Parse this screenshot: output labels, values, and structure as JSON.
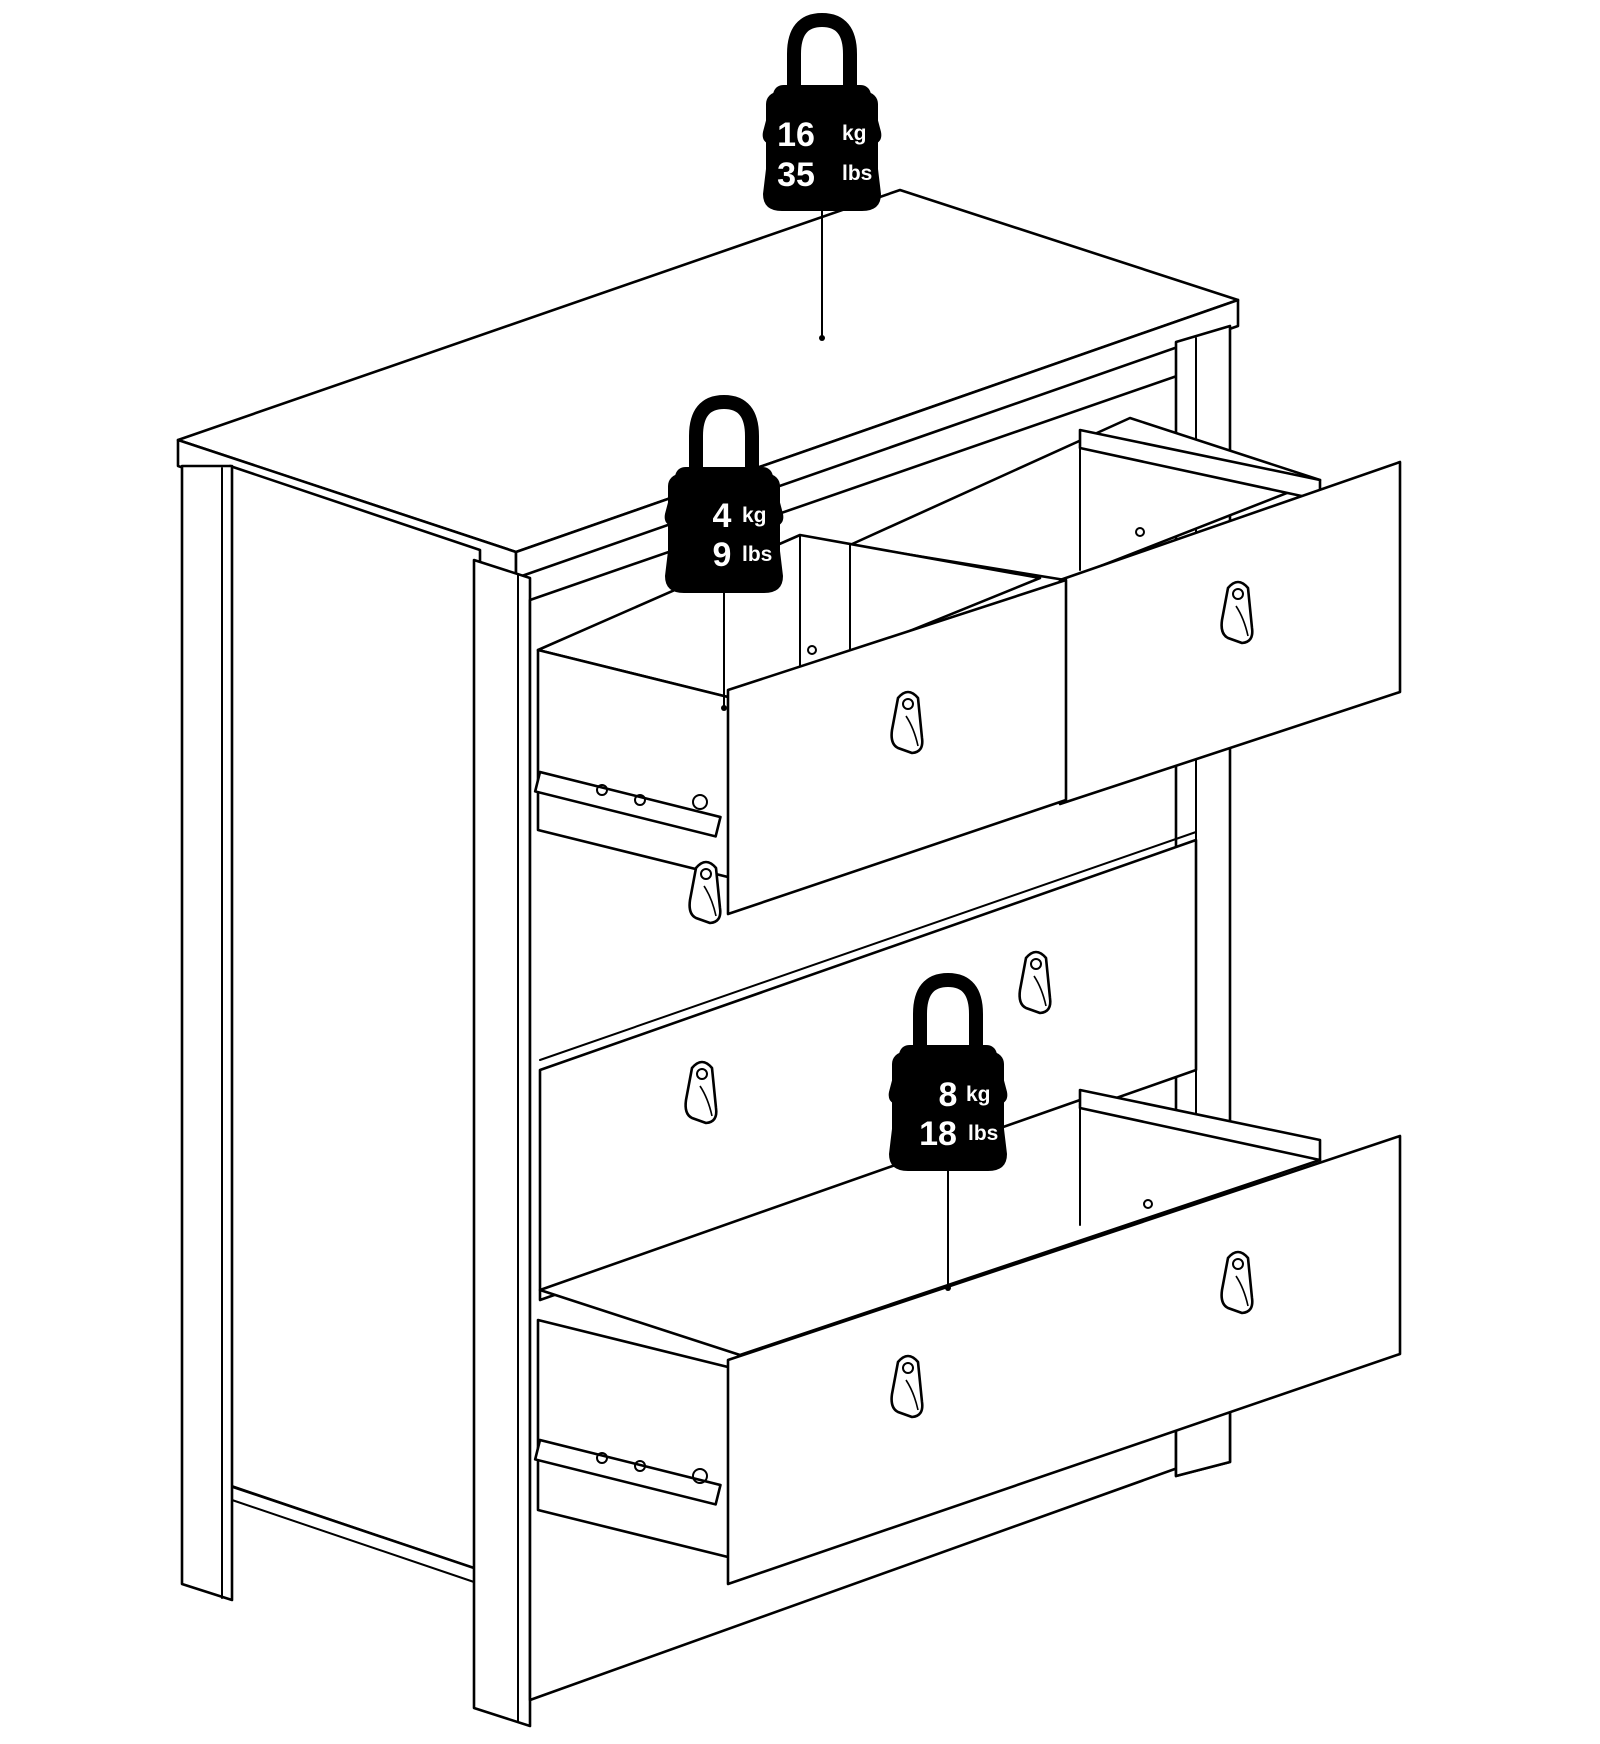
{
  "figure": {
    "subject": "chest of drawers load diagram"
  },
  "weights": [
    {
      "id": "top",
      "kg_value": "16",
      "kg_unit": "kg",
      "lbs_value": "35",
      "lbs_unit": "lbs"
    },
    {
      "id": "upper-drawer",
      "kg_value": "4",
      "kg_unit": "kg",
      "lbs_value": "9",
      "lbs_unit": "lbs"
    },
    {
      "id": "lower-drawer",
      "kg_value": "8",
      "kg_unit": "kg",
      "lbs_value": "18",
      "lbs_unit": "lbs"
    }
  ],
  "colors": {
    "line": "#000000",
    "background": "#ffffff",
    "weight_fill": "#000000",
    "weight_text": "#ffffff"
  }
}
